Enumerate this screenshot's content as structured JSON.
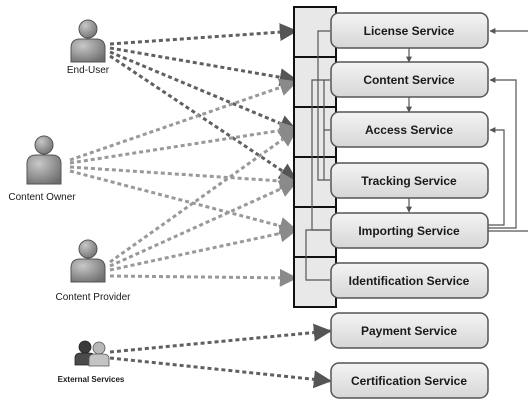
{
  "actors": {
    "end_user": "End-User",
    "content_owner": "Content Owner",
    "content_provider": "Content Provider",
    "external_services": "External Services"
  },
  "services": {
    "license": "License Service",
    "content": "Content Service",
    "access": "Access Service",
    "tracking": "Tracking Service",
    "importing": "Importing Service",
    "identification": "Identification Service",
    "payment": "Payment Service",
    "certification": "Certification Service"
  },
  "icons": {
    "actor": "person-icon",
    "external": "people-group-icon"
  },
  "colors": {
    "service_fill": "#e6e6e6",
    "service_stroke": "#555555",
    "arrow_dark": "#555555",
    "arrow_light": "#909090",
    "bus_fill": "#e8e8e8",
    "person": "#8e8e8e"
  }
}
